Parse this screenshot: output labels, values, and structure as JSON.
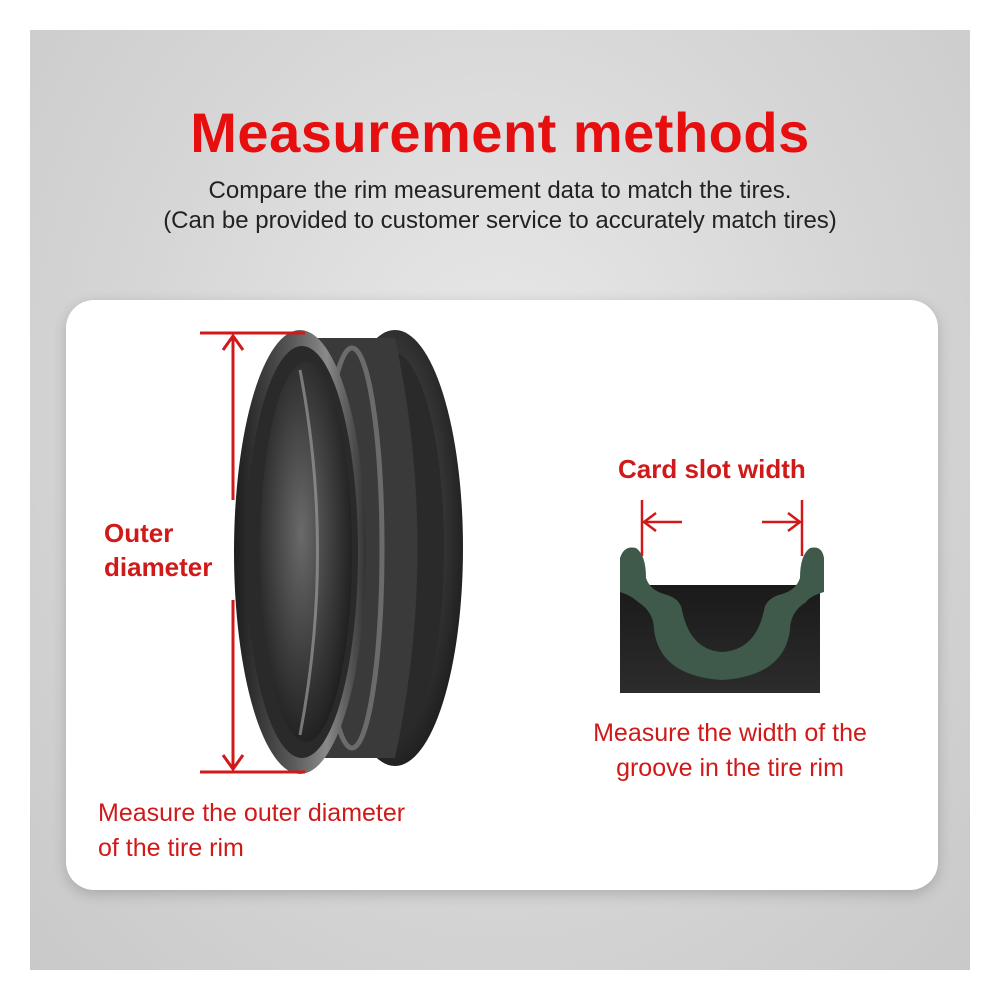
{
  "header": {
    "title": "Measurement methods",
    "subtitle_line1": "Compare the rim measurement data to match the tires.",
    "subtitle_line2": "(Can be provided to customer service to accurately match tires)"
  },
  "left_panel": {
    "label_line1": "Outer",
    "label_line2": "diameter",
    "caption_line1": "Measure the outer diameter",
    "caption_line2": "of the tire rim"
  },
  "right_panel": {
    "label": "Card slot width",
    "caption_line1": "Measure the width of the",
    "caption_line2": "groove in the tire rim"
  },
  "colors": {
    "accent_red": "#e60e0e",
    "label_red": "#d01919",
    "rim_dark": "#2b2b2b",
    "groove_green": "#3f5a4a"
  }
}
